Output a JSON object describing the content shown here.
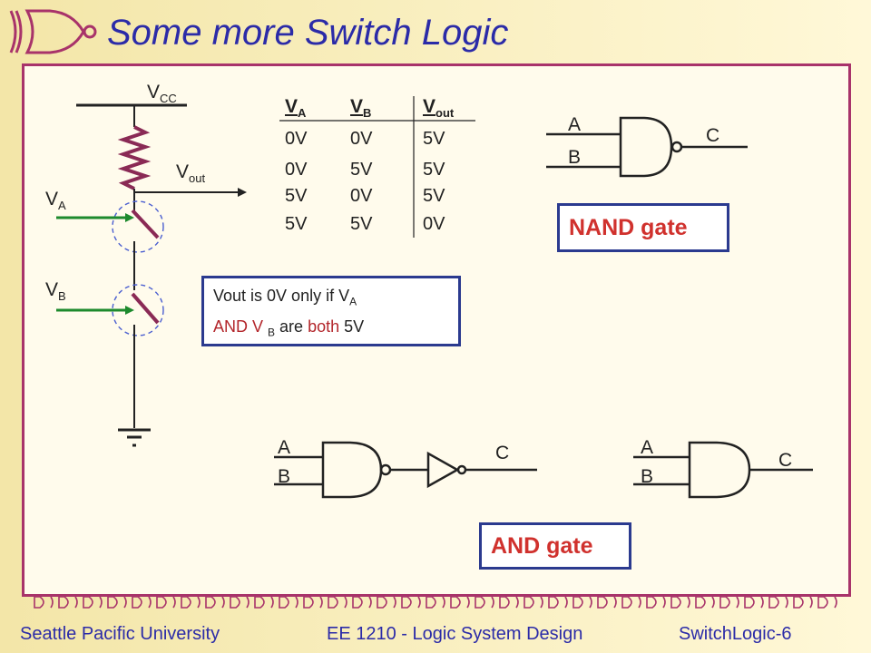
{
  "title": "Some more Switch Logic",
  "circuit": {
    "vcc": {
      "main": "V",
      "sub": "CC"
    },
    "vout": {
      "main": "V",
      "sub": "out"
    },
    "va": {
      "main": "V",
      "sub": "A"
    },
    "vb": {
      "main": "V",
      "sub": "B"
    }
  },
  "truth_table": {
    "headers": [
      {
        "main": "V",
        "sub": "A"
      },
      {
        "main": "V",
        "sub": "B"
      },
      {
        "main": "V",
        "sub": "out"
      }
    ],
    "rows": [
      [
        "0V",
        "0V",
        "5V"
      ],
      [
        "0V",
        "5V",
        "5V"
      ],
      [
        "5V",
        "0V",
        "5V"
      ],
      [
        "5V",
        "5V",
        "0V"
      ]
    ]
  },
  "note": {
    "line1_a": "Vout  is 0V only if  V",
    "line1_sub": "A",
    "line2_a": "AND V",
    "line2_sub": "B",
    "line2_mid": "  are ",
    "line2_red": "both",
    "line2_end": " 5V"
  },
  "gates": {
    "nand_labels": {
      "a": "A",
      "b": "B",
      "c": "C"
    },
    "nand_inv_labels": {
      "a": "A",
      "b": "B",
      "c": "C"
    },
    "and_labels": {
      "a": "A",
      "b": "B",
      "c": "C"
    }
  },
  "nand_box_label": "NAND gate",
  "and_box_label": "AND gate",
  "footer": {
    "left": "Seattle  Pacific University",
    "center": "EE 1210 - Logic System Design",
    "right": "SwitchLogic-6"
  }
}
